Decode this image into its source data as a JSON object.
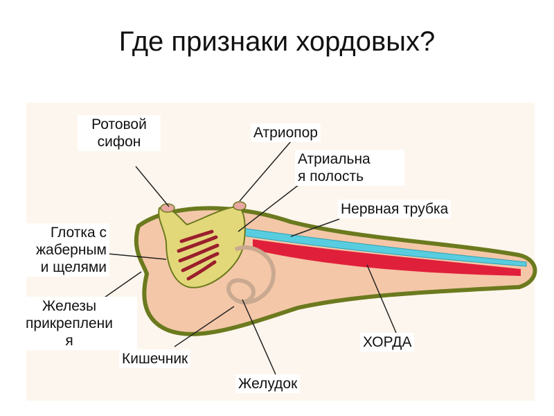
{
  "title": "Где признаки хордовых?",
  "labels": {
    "oral_siphon": "Ротовой\nсифон",
    "atriopore": "Атриопор",
    "atrial_cavity": "Атриальна\nя полость",
    "nerve_tube": "Нервная трубка",
    "pharynx": "Глотка  с\nжаберным\nи щелями",
    "glands": "Железы\nприкреплени\nя",
    "intestine": "Кишечник",
    "notochord": "ХОРДА",
    "stomach": "Желудок"
  },
  "colors": {
    "body_fill": "#f4c7a8",
    "body_outline": "#6b7a1e",
    "siphon": "#e3d879",
    "notochord": "#e0203a",
    "nerve_tube": "#59cde0",
    "gill_slits": "#9a1f2c"
  }
}
